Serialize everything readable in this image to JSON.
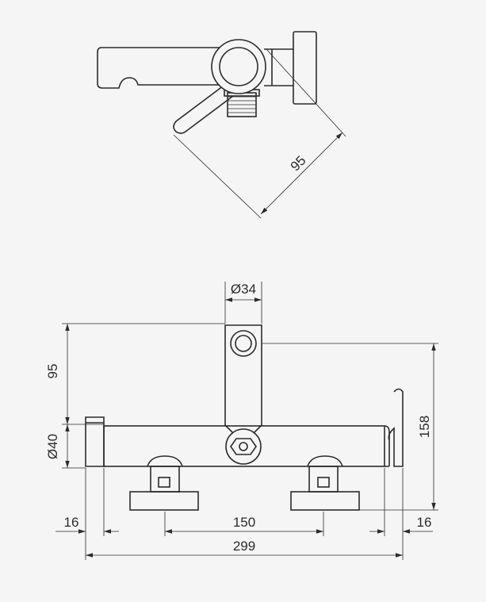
{
  "dimensions": {
    "top_projection": "95",
    "pipe_diameter": "Ø34",
    "height_upper": "95",
    "body_diameter": "Ø40",
    "total_height": "158",
    "left_offset": "16",
    "center_spacing": "150",
    "right_offset": "16",
    "overall_width": "299"
  }
}
